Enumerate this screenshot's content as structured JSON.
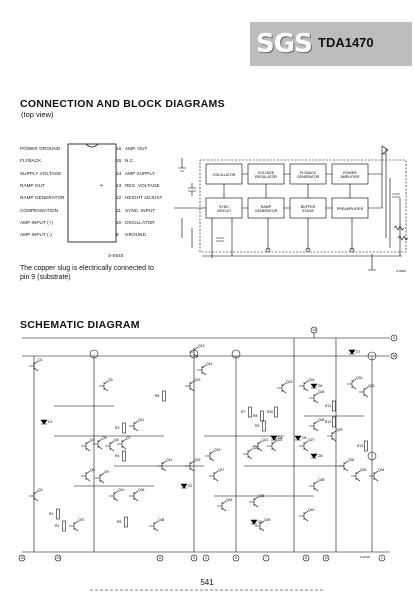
{
  "header": {
    "logo": "SGS",
    "part_number": "TDA1470"
  },
  "connection": {
    "title": "CONNECTION AND BLOCK DIAGRAMS",
    "subtitle": "(top view)",
    "left_pins": [
      {
        "label": "POWER GROUND",
        "num": "1"
      },
      {
        "label": "FLYBACK",
        "num": "2"
      },
      {
        "label": "SUPPLY VOLTAGE",
        "num": "3"
      },
      {
        "label": "RAMP OUT",
        "num": "4"
      },
      {
        "label": "RAMP GENERATOR",
        "num": "5"
      },
      {
        "label": "COMPENSATION",
        "num": "6"
      },
      {
        "label": "AMP INPUT (+)",
        "num": "7"
      },
      {
        "label": "AMP INPUT (-)",
        "num": "8"
      }
    ],
    "right_pins": [
      {
        "label": "AMP. OUT",
        "num": "16"
      },
      {
        "label": "N.C.",
        "num": "15"
      },
      {
        "label": "AMP SUPPLY",
        "num": "14"
      },
      {
        "label": "REG. VOLTAGE",
        "num": "13"
      },
      {
        "label": "HEIGHT ADJUST",
        "num": "12"
      },
      {
        "label": "SYNC. INPUT",
        "num": "11"
      },
      {
        "label": "OSCILLATOR",
        "num": "10"
      },
      {
        "label": "GROUND",
        "num": "9"
      }
    ],
    "ic_code": "S-0540",
    "note": "The copper slug is electrically connected to pin 9 (substrate)"
  },
  "block": {
    "blocks": [
      "OSCILLATOR",
      "VOLTAGE REGULATOR",
      "FLYBACK GENERATOR",
      "POWER AMPLIFIER",
      "SYNC CIRCUIT",
      "RAMP GENERATOR",
      "BUFFER STAGE",
      "PREAMPLIFIER"
    ],
    "code": "S-0996"
  },
  "schematic": {
    "title": "SCHEMATIC DIAGRAM",
    "top_pin": "14",
    "right_pins": [
      "3",
      "16"
    ],
    "bottom_pins": [
      "10",
      "13",
      "11",
      "5",
      "4",
      "6",
      "7",
      "8",
      "12",
      "2"
    ],
    "code": "S-0738",
    "transistors": [
      "Q1",
      "Q2",
      "Q3",
      "Q4",
      "Q5",
      "Q6",
      "Q7",
      "Q8",
      "Q9",
      "Q10",
      "Q11",
      "Q12",
      "Q13",
      "Q14",
      "Q15",
      "Q16",
      "Q17",
      "Q18",
      "Q19",
      "Q20",
      "Q21",
      "Q22",
      "Q23",
      "Q24",
      "Q25",
      "Q26",
      "Q27",
      "Q28",
      "Q29",
      "Q30",
      "Q31",
      "Q32",
      "Q33",
      "Q34",
      "Q35",
      "Q36",
      "Q37",
      "Q38",
      "Q39",
      "Q40"
    ],
    "resistors": [
      "R1",
      "R2",
      "R3",
      "R4",
      "R5",
      "R6",
      "R7",
      "R8",
      "R9",
      "R10",
      "R11",
      "R12",
      "R13"
    ],
    "diodes": [
      "D1",
      "D2",
      "D3",
      "D4",
      "D5",
      "D6",
      "D7",
      "D8"
    ]
  },
  "footer": {
    "page": "541"
  }
}
